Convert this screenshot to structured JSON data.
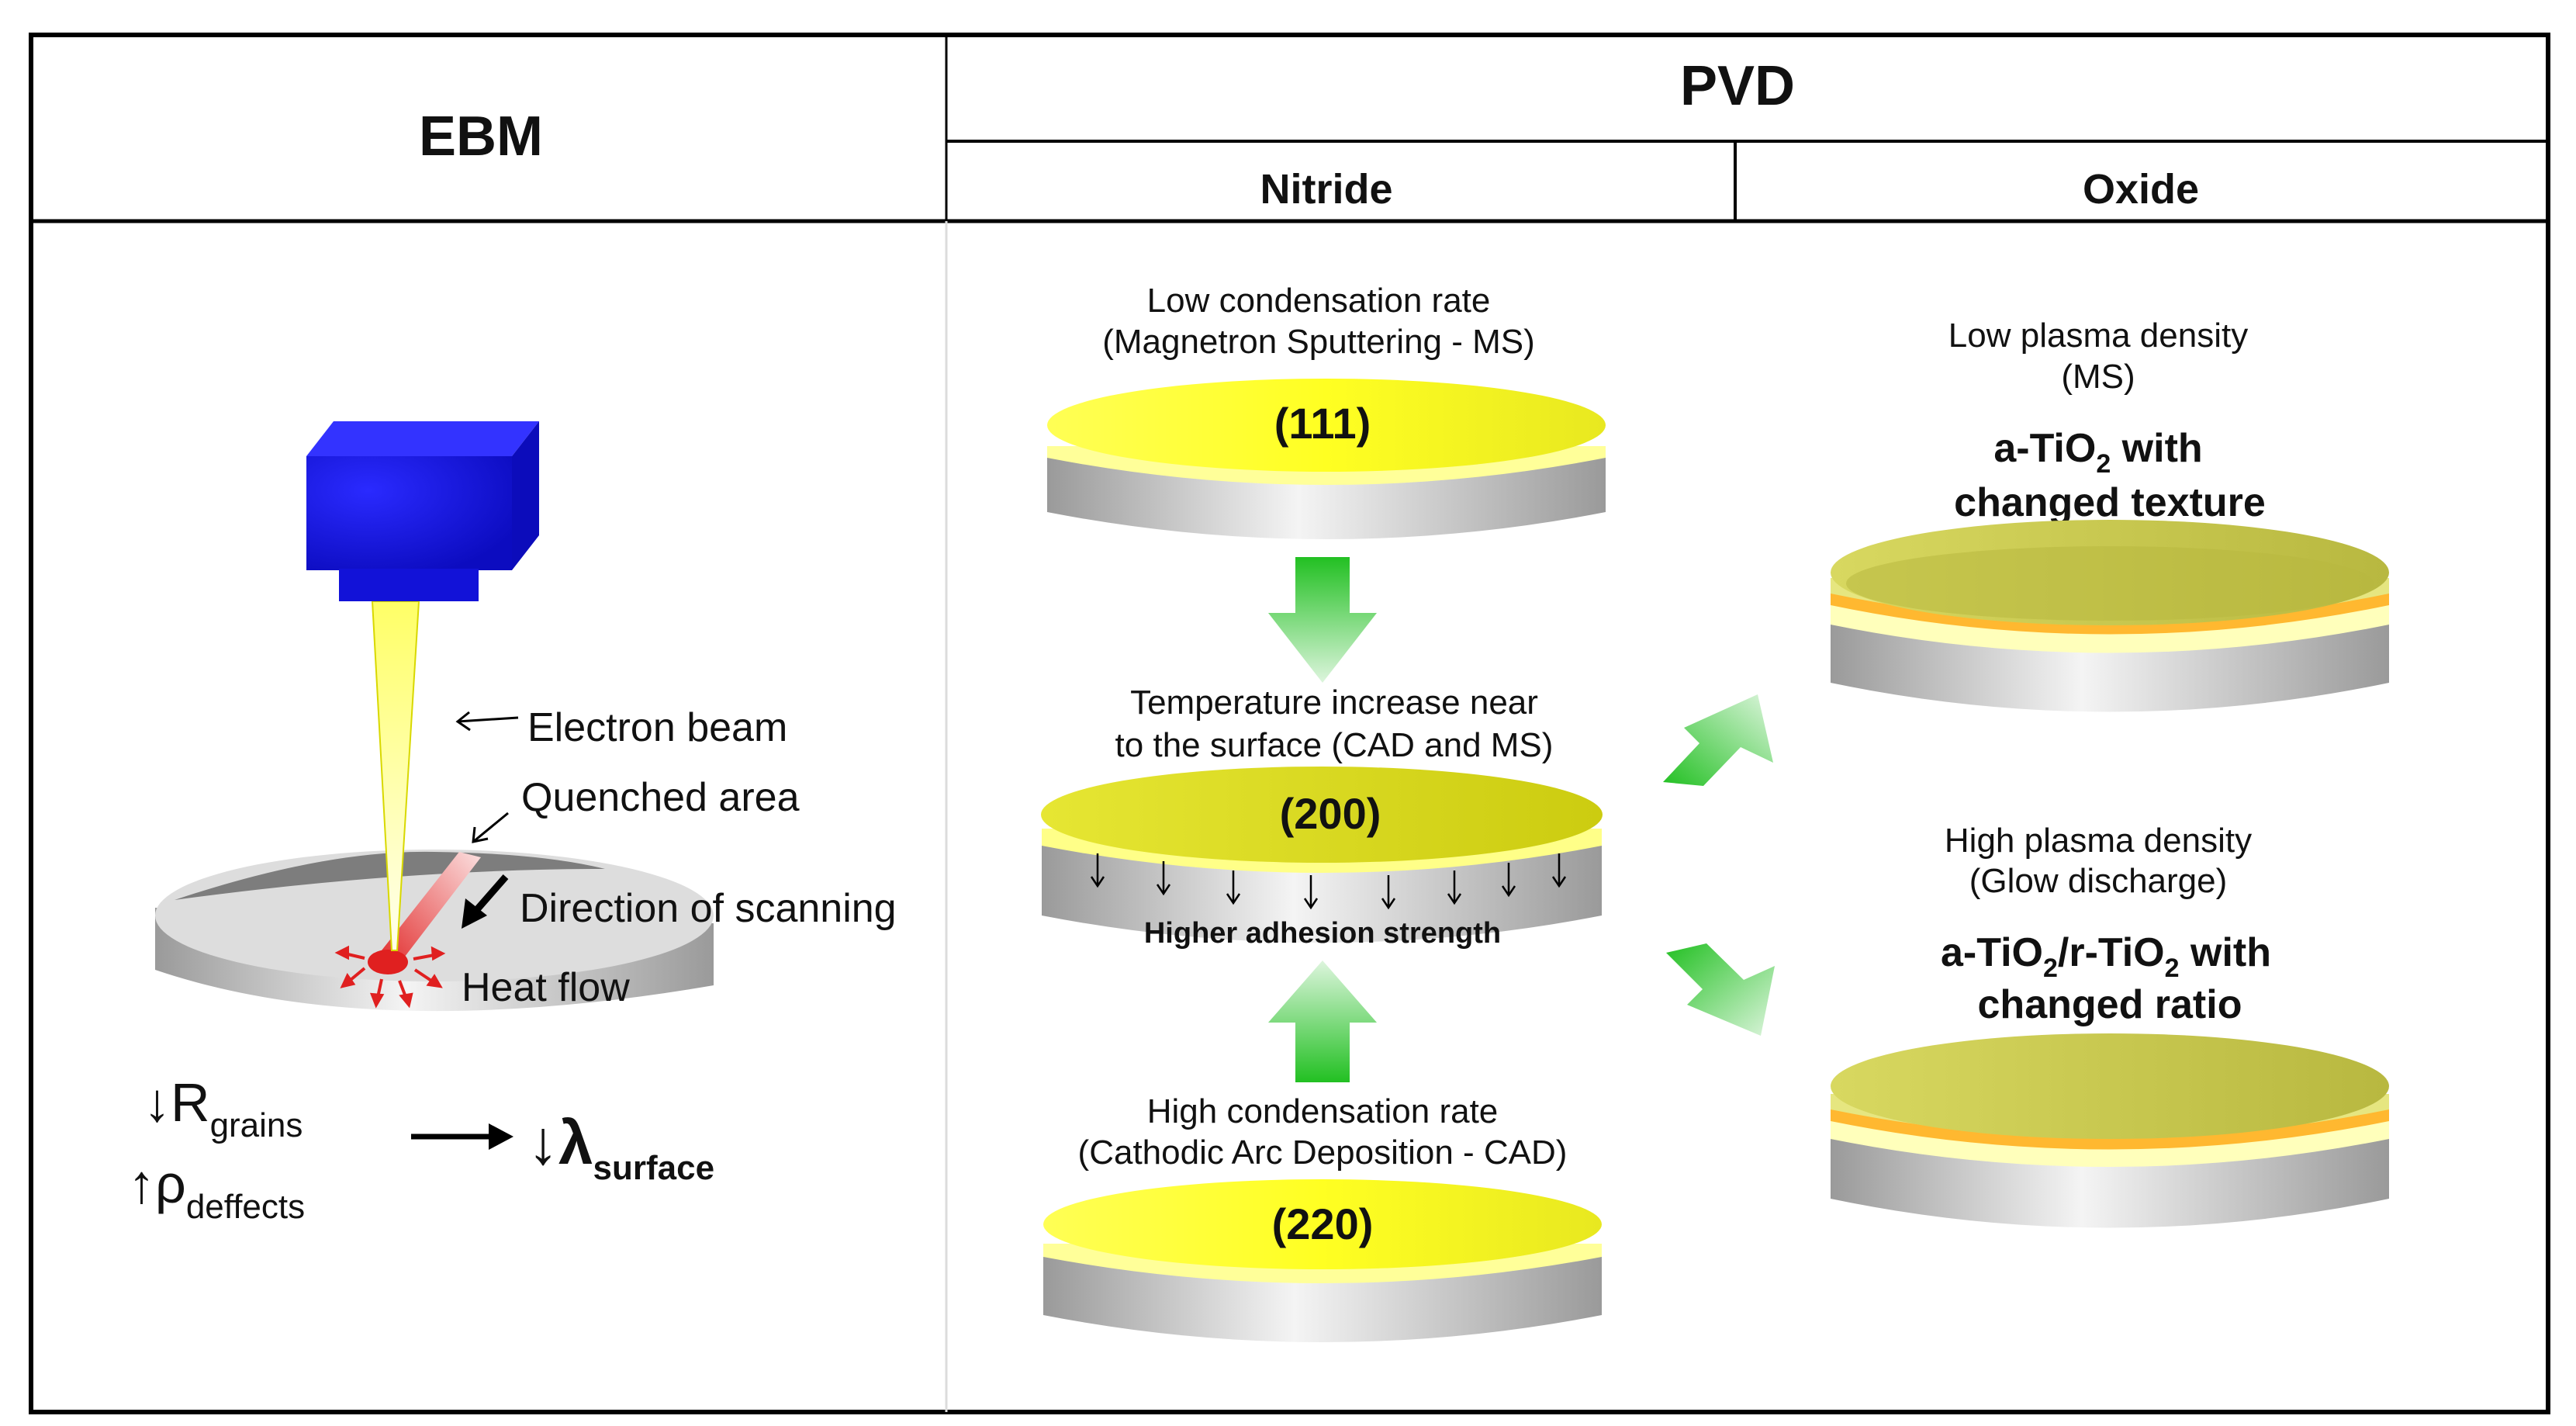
{
  "header": {
    "ebm": "EBM",
    "pvd": "PVD",
    "nitride": "Nitride",
    "oxide": "Oxide"
  },
  "ebm": {
    "electron_beam": "Electron beam",
    "quenched_area": "Quenched area",
    "direction": "Direction of scanning",
    "heat_flow": "Heat flow",
    "r_base": "R",
    "r_sub": "grains",
    "rho_base": "ρ",
    "rho_sub": "deffects",
    "lambda_base": "λ",
    "lambda_sub": "surface",
    "arrow_down": "↓",
    "arrow_up": "↑"
  },
  "nitride": {
    "low_line1": "Low condensation rate",
    "low_line2": "(Magnetron Sputtering - MS)",
    "label_111": "(111)",
    "temp_line1": "Temperature increase near",
    "temp_line2": "to the surface (CAD and MS)",
    "label_200": "(200)",
    "adhesion": "Higher adhesion strength",
    "high_line1": "High condensation rate",
    "high_line2": "(Cathodic Arc Deposition - CAD)",
    "label_220": "(220)"
  },
  "oxide": {
    "low_line1": "Low plasma density",
    "low_line2": "(MS)",
    "a_prefix": "a-TiO",
    "sub2": "2",
    "with": " with",
    "texture": "changed texture",
    "high_line1": "High plasma density",
    "high_line2": "(Glow discharge)",
    "ar_prefix": "a-TiO",
    "ar_mid": "/r-TiO",
    "ratio": "changed ratio"
  },
  "colors": {
    "gun_blue": "#1717e6",
    "beam_yellow": "#ffff66",
    "nitride_yellow": "#ffff33",
    "oxide_olive": "#cccc44",
    "oxide_stripe": "#ffb830",
    "arrow_green": "#2dc42d",
    "hot_red": "#e63030"
  }
}
